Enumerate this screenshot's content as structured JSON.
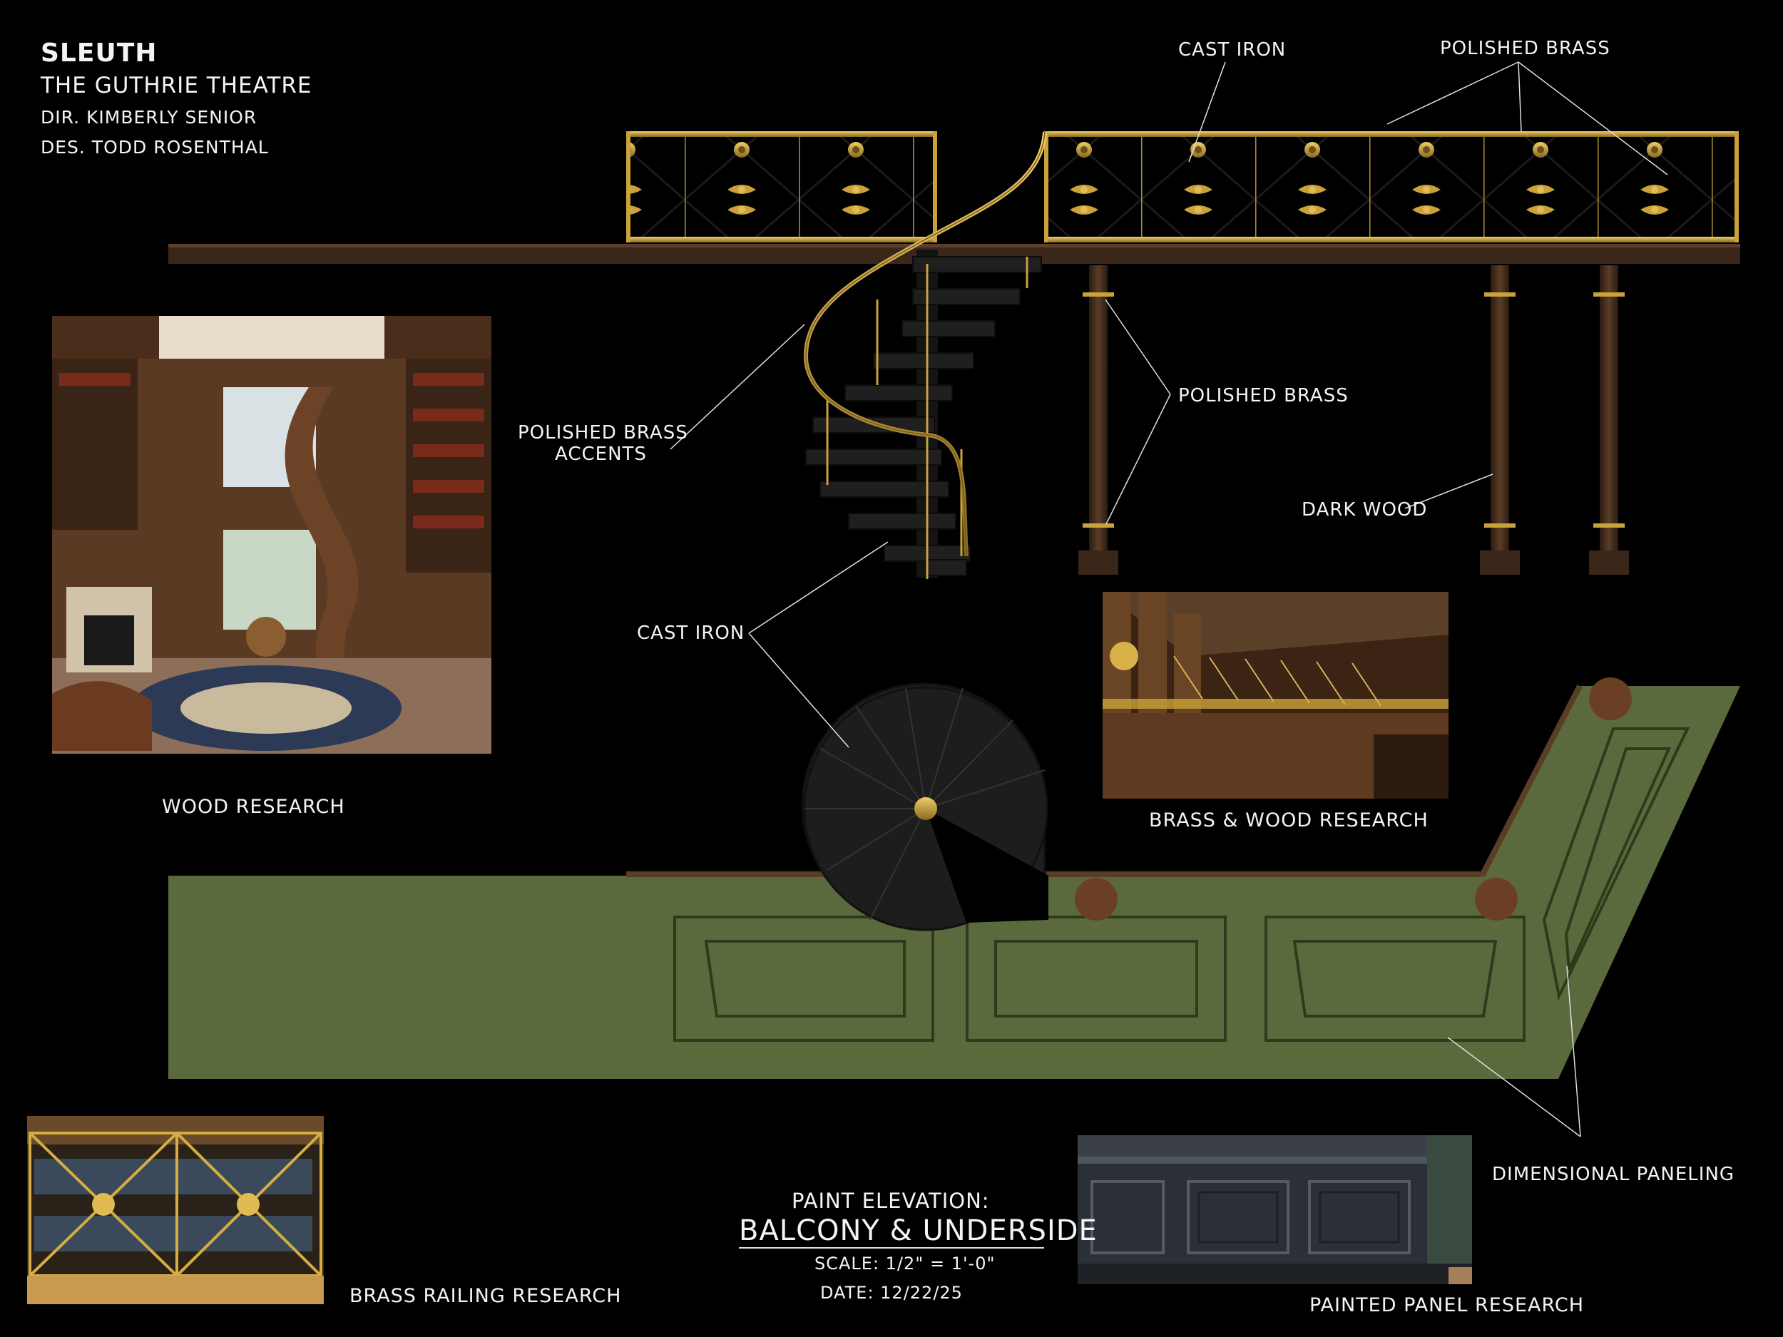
{
  "title_block": {
    "show": "SLEUTH",
    "theatre": "THE GUTHRIE THEATRE",
    "director": "DIR. KIMBERLY SENIOR",
    "designer": "DES. TODD ROSENTHAL"
  },
  "callouts": {
    "cast_iron_top": "CAST IRON",
    "polished_brass_top": "POLISHED BRASS",
    "polished_brass_columns": "POLISHED BRASS",
    "polished_brass_accents_1": "POLISHED BRASS",
    "polished_brass_accents_2": "ACCENTS",
    "dark_wood": "DARK WOOD",
    "cast_iron_stair": "CAST IRON",
    "dimensional_paneling": "DIMENSIONAL PANELING"
  },
  "research": {
    "wood": "WOOD RESEARCH",
    "brass_wood": "BRASS & WOOD RESEARCH",
    "brass_railing": "BRASS RAILING RESEARCH",
    "painted_panel": "PAINTED PANEL RESEARCH"
  },
  "plate": {
    "line1": "PAINT ELEVATION:",
    "line2": "BALCONY & UNDERSIDE",
    "scale": "SCALE: 1/2\" = 1'-0\"",
    "date": "DATE: 12/22/25"
  },
  "colors": {
    "background": "#000000",
    "brass": "#c9a23a",
    "dark_wood": "#3e2a1c",
    "cast_iron": "#1c1c1c",
    "paint_green": "#5b6a3c"
  }
}
